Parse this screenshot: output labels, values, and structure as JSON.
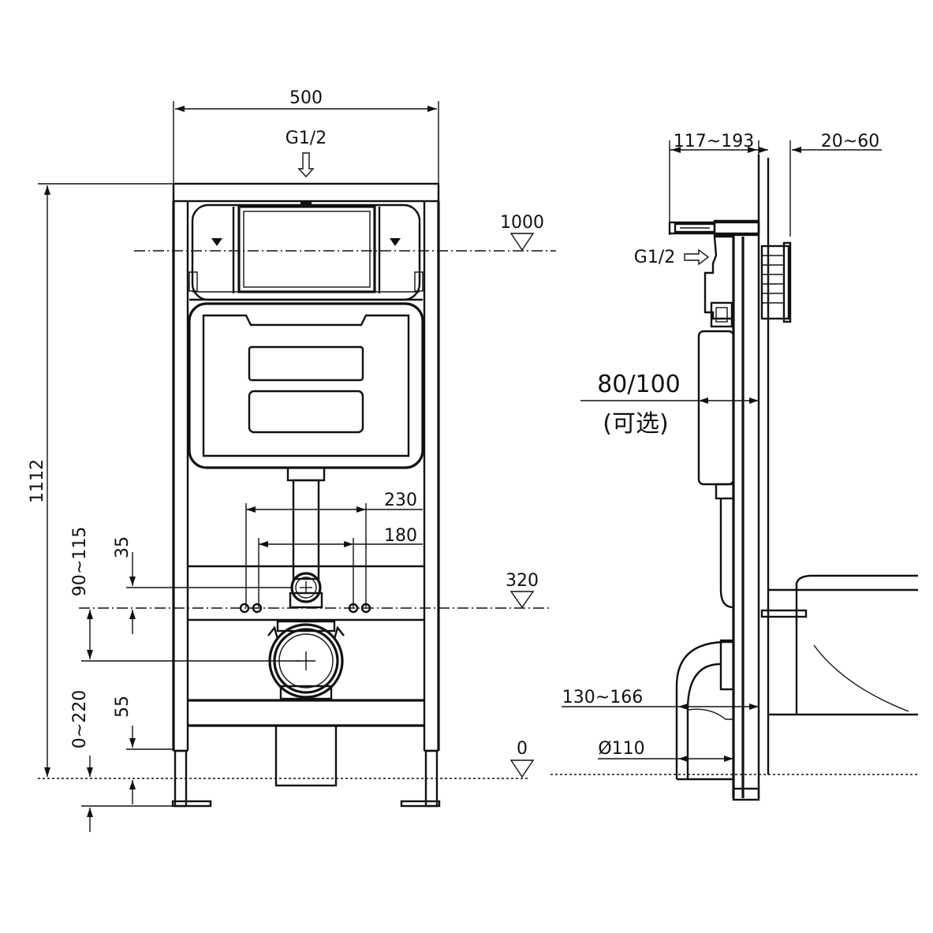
{
  "dimensions": {
    "frame_width": "500",
    "inlet_top": "G1/2",
    "inlet_side": "G1/2",
    "total_height": "1112",
    "depth_range": "117~193",
    "wall_offset": "20~60",
    "flush_height": "1000",
    "bolt_spacing_outer": "230",
    "bolt_spacing_inner": "180",
    "supply_offset": "35",
    "supply_range": "90~115",
    "bolt_height": "320",
    "floor_level": "0",
    "floor_adjust": "55",
    "leg_range": "0~220",
    "tank_depth": "80/100",
    "tank_depth_note": "(可选)",
    "outlet_depth": "130~166",
    "outlet_diameter": "Ø110"
  },
  "colors": {
    "line": "#111111",
    "background": "#ffffff"
  }
}
